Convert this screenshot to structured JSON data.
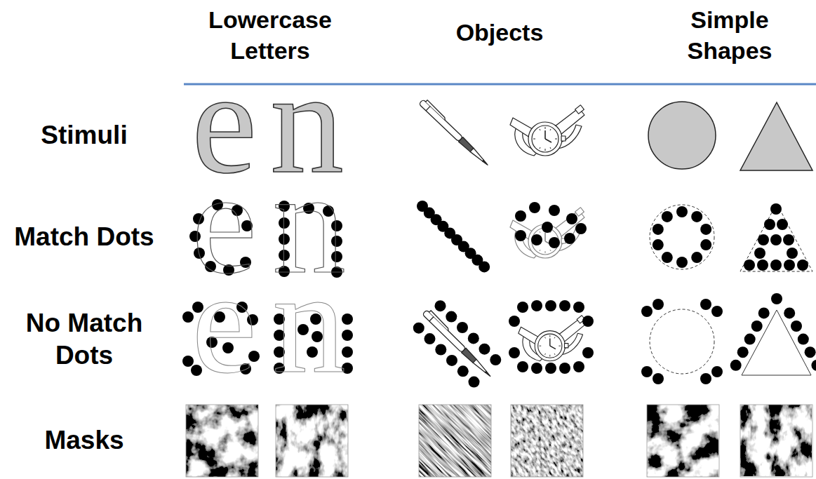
{
  "diagram": {
    "labels": [
      "Lowercase Letters",
      "Objects",
      "Simple Shapes",
      "Stimuli",
      "e",
      "n",
      "Match Dots",
      "e",
      "n",
      "No Match Dots",
      "e",
      "n",
      "Masks"
    ]
  }
}
